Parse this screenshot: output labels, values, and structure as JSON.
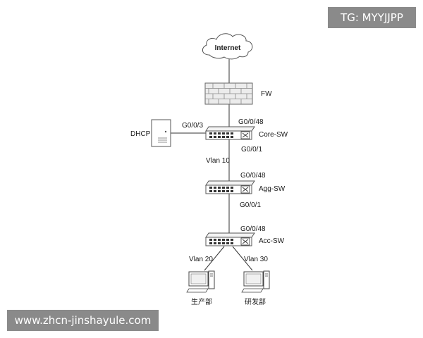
{
  "nodes": {
    "internet": "Internet",
    "fw": "FW",
    "dhcp": "DHCP",
    "core_sw": "Core-SW",
    "agg_sw": "Agg-SW",
    "acc_sw": "Acc-SW",
    "dept_production": "生产部",
    "dept_rnd": "研发部"
  },
  "ports": {
    "core_up": "G0/0/48",
    "core_dhcp": "G0/0/3",
    "core_down": "G0/0/1",
    "agg_up": "G0/0/48",
    "agg_down": "G0/0/1",
    "acc_up": "G0/0/48"
  },
  "vlans": {
    "core_agg": "Vlan 10",
    "acc_prod": "Vlan 20",
    "acc_rnd": "Vlan 30"
  },
  "watermarks": {
    "top": "TG: MYYJJPP",
    "bottom": "www.zhcn-jinshayule.com"
  }
}
